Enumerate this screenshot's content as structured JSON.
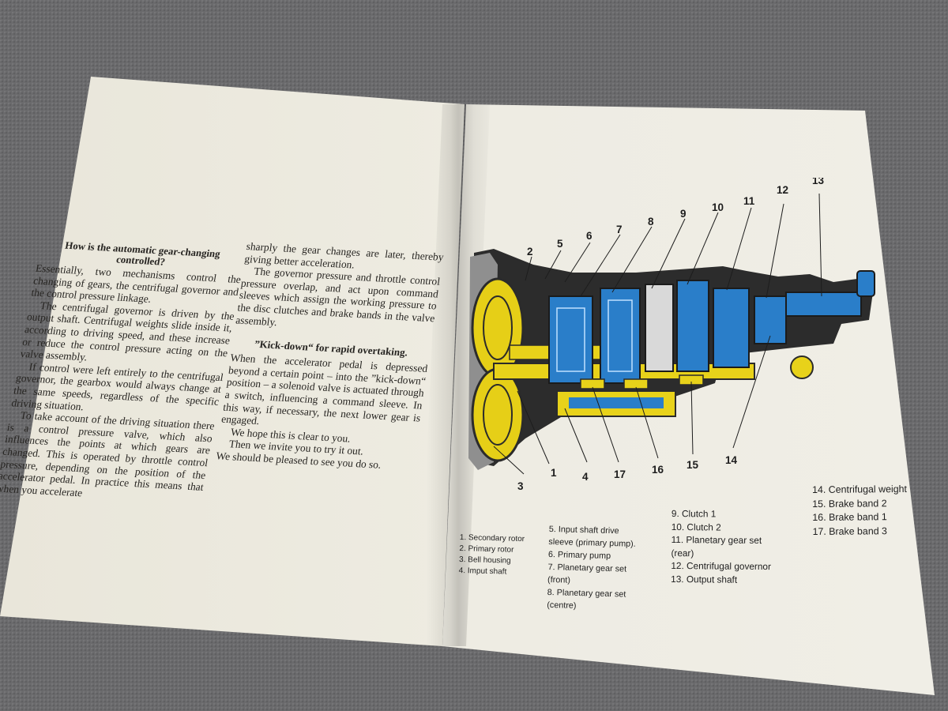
{
  "left_column": {
    "heading": "How is the automatic gear-changing controlled?",
    "paragraphs": [
      "Essentially, two mechanisms control the changing of gears, the centrifugal governor and the control pressure linkage.",
      "The centrifugal governor is driven by the output shaft. Centrifugal weights slide inside it, according to driving speed, and these increase or reduce the control pressure acting on the valve assembly.",
      "If control were left entirely to the centrifugal governor, the gearbox would always change at the same speeds, regardless of the specific driving situation.",
      "To take account of the driving situation there is a control pressure valve, which also influences the points at which gears are changed. This is operated by throttle control pressure, depending on the position of the accelerator pedal. In practice this means that when you accelerate"
    ]
  },
  "right_column": {
    "paragraphs_top": [
      "sharply the gear changes are later, thereby giving better acceleration.",
      "The governor pressure and throttle control pressure overlap, and act upon command sleeves which assign the working pressure to the disc clutches and brake bands in the valve assembly."
    ],
    "heading": "”Kick-down“ for rapid overtaking.",
    "paragraphs_bottom": [
      "When the accelerator pedal is depressed beyond a certain point – into the ”kick-down“ position – a solenoid valve is actuated through a switch, influencing a command sleeve. In this way, if necessary, the next lower gear is engaged.",
      "We hope this is clear to you.",
      "Then we invite you to try it out.",
      "We should be pleased to see you do so."
    ]
  },
  "diagram": {
    "colors": {
      "yellow": "#e8d21a",
      "blue": "#2a7ec9",
      "dark": "#2b2b2b",
      "grey": "#9a9a9a",
      "light_grey": "#d8d8d8"
    },
    "callouts": [
      "1",
      "2",
      "3",
      "4",
      "5",
      "6",
      "7",
      "8",
      "9",
      "10",
      "11",
      "12",
      "13",
      "14",
      "15",
      "16",
      "17"
    ]
  },
  "legend": {
    "col1": [
      "1. Secondary rotor",
      "2. Primary rotor",
      "3. Bell housing",
      "4. Imput shaft"
    ],
    "col2": [
      "5. Input shaft drive",
      "sleeve (primary pump).",
      "6. Primary pump",
      "7. Planetary gear set",
      "(front)",
      "8. Planetary gear set",
      "(centre)"
    ],
    "col3": [
      "9. Clutch 1",
      "10. Clutch 2",
      "11. Planetary gear set",
      "(rear)",
      "12. Centrifugal governor",
      "13. Output shaft"
    ],
    "col4": [
      "14. Centrifugal weight",
      "15. Brake band 2",
      "16. Brake band 1",
      "17. Brake band 3"
    ]
  }
}
